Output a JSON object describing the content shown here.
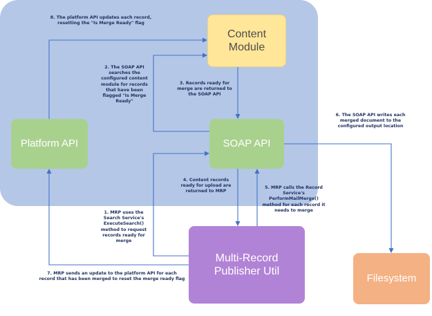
{
  "nodes": {
    "content_module": "Content Module",
    "platform_api": "Platform API",
    "soap_api": "SOAP API",
    "mrpu": "Multi-Record Publisher Util",
    "filesystem": "Filesystem"
  },
  "steps": {
    "step1": "1. MRP uses the Search Service's ExecuteSearch() method to request records ready for merge",
    "step2": "2. The SOAP API searches the configured content module for records that have been flagged \"Is Merge Ready\"",
    "step3": "3. Records ready for merge are returned to the SOAP API",
    "step4": "4. Content records ready for upload are returned to MRP",
    "step5": "5. MRP calls the Record Service's PerformMailMerge() method for each record it needs to merge",
    "step6": "6. The SOAP API writes each merged document to the configured output location",
    "step7": "7. MRP sends an update to the platform API for each record that has been merged to reset the merge ready flag",
    "step8": "8. The platform API updates each record, resetting the \"Is Merge Ready\" flag"
  },
  "colors": {
    "region": "#b4c7e7",
    "arrow": "#4472c4",
    "content_module": "#ffe699",
    "api_boxes": "#a9d18e",
    "mrpu": "#b183d6",
    "filesystem": "#f4b183"
  }
}
